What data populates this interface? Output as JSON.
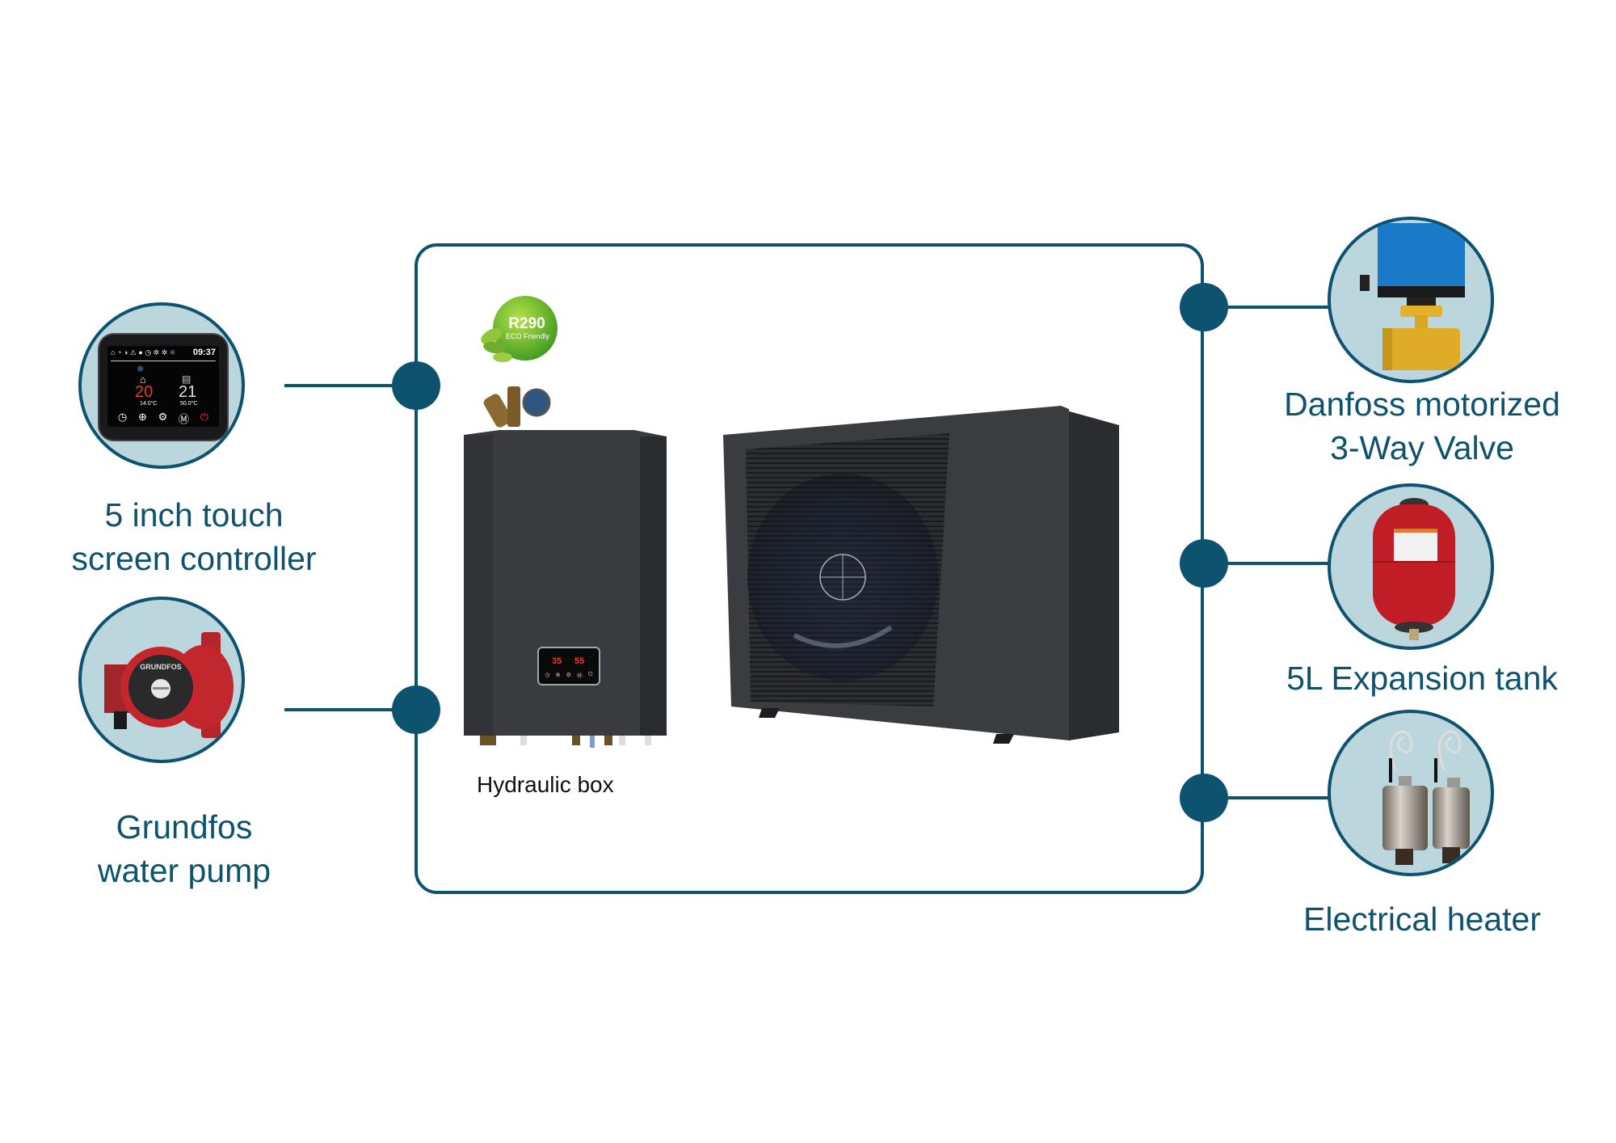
{
  "diagram": {
    "center": {
      "badge": {
        "title": "R290",
        "subtitle": "ECO Friendly"
      },
      "hydraulic_box_label": "Hydraulic box",
      "hydraulic_display": {
        "left_value": "35",
        "right_value": "55"
      }
    },
    "left_components": [
      {
        "label_line1": "5 inch touch",
        "label_line2": "screen controller",
        "screen": {
          "time": "09:37",
          "left_temp": "20",
          "right_temp": "21",
          "left_sub": "14.0°C",
          "right_sub": "50.0°C"
        }
      },
      {
        "label_line1": "Grundfos",
        "label_line2": "water pump",
        "brand": "GRUNDFOS"
      }
    ],
    "right_components": [
      {
        "label_line1": "Danfoss motorized",
        "label_line2": "3-Way Valve"
      },
      {
        "label_line1": "5L Expansion tank"
      },
      {
        "label_line1": "Electrical heater"
      }
    ],
    "colors": {
      "accent": "#0d5370",
      "circle_fill": "#bcd6de",
      "unit_body": "#3a3b3f"
    }
  }
}
